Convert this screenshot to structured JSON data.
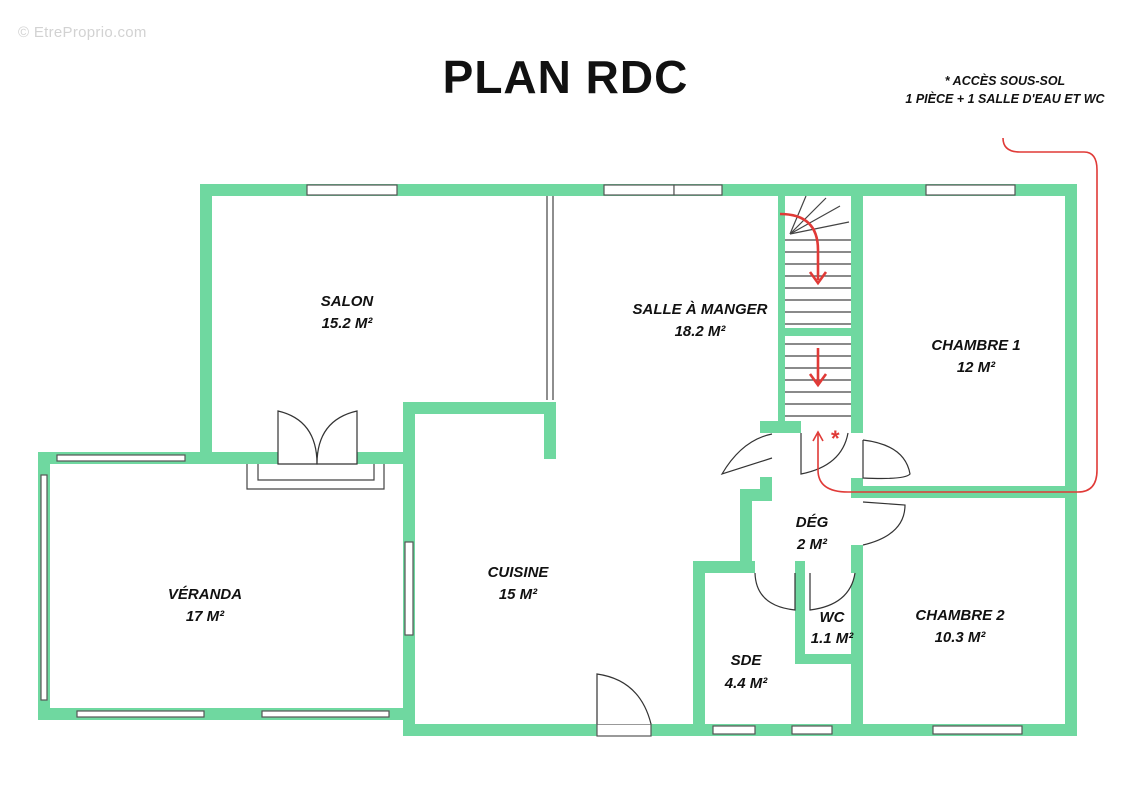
{
  "watermark": "© EtreProprio.com",
  "title": "PLAN RDC",
  "note": {
    "line1": "*  ACCÈS SOUS-SOL",
    "line2": "1 PIÈCE + 1 SALLE D'EAU ET WC"
  },
  "rooms": {
    "salon": {
      "name": "SALON",
      "area": "15.2 M²"
    },
    "salle_a_manger": {
      "name": "SALLE À MANGER",
      "area": "18.2 M²"
    },
    "chambre1": {
      "name": "CHAMBRE 1",
      "area": "12 M²"
    },
    "veranda": {
      "name": "VÉRANDA",
      "area": "17 M²"
    },
    "cuisine": {
      "name": "CUISINE",
      "area": "15 M²"
    },
    "deg": {
      "name": "DÉG",
      "area": "2 M²"
    },
    "wc": {
      "name": "WC",
      "area": "1.1 M²"
    },
    "chambre2": {
      "name": "CHAMBRE 2",
      "area": "10.3 M²"
    },
    "sde": {
      "name": "SDE",
      "area": "4.4 M²"
    }
  },
  "marker": "*",
  "colors": {
    "wall": "#6fd8a0",
    "arrow": "#e03a37",
    "text": "#111111"
  }
}
